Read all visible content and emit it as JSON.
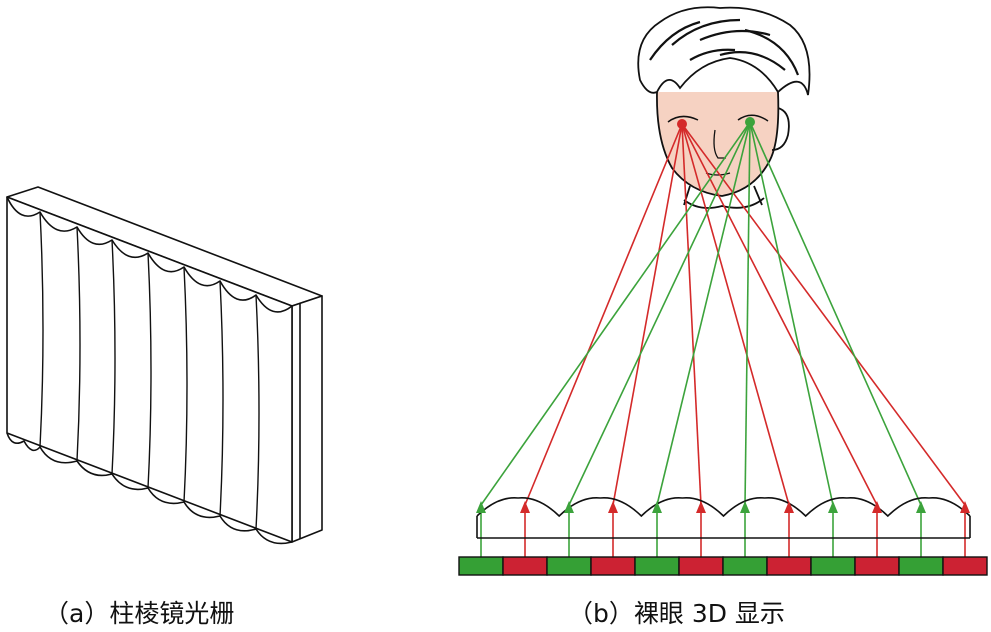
{
  "captions": {
    "a": "（a）柱棱镜光栅",
    "b": "（b）裸眼 3D 显示"
  },
  "colors": {
    "red": "#d42a2a",
    "green": "#3ca33c",
    "pixel_red": "#cc2233",
    "pixel_green": "#35a035",
    "outline": "#111111"
  },
  "pixel_strip": {
    "pattern": [
      "green",
      "red",
      "green",
      "red",
      "green",
      "red",
      "green",
      "red",
      "green",
      "red",
      "green",
      "red"
    ]
  },
  "rays": {
    "red_eye_targets": [
      1,
      3,
      5,
      7,
      9,
      11
    ],
    "green_eye_targets": [
      0,
      2,
      4,
      6,
      8,
      10
    ]
  }
}
